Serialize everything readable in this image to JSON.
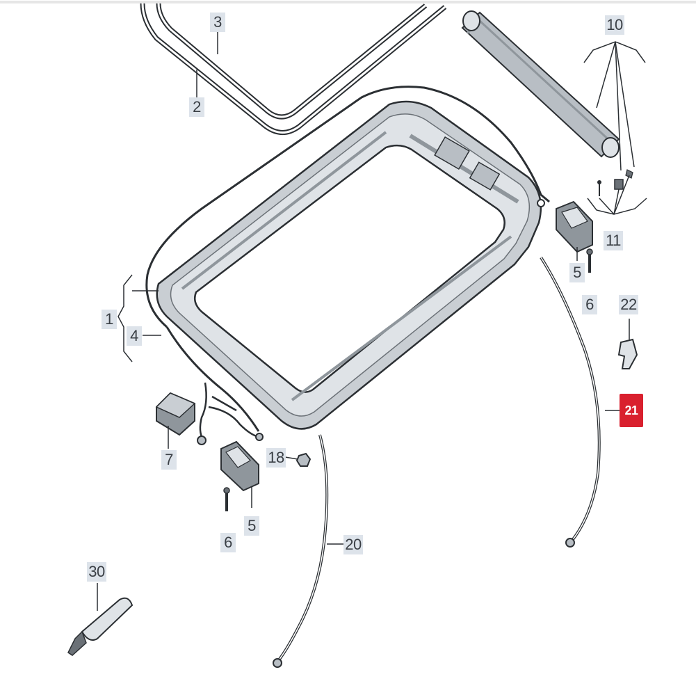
{
  "callouts": {
    "c1": "1",
    "c2": "2",
    "c3": "3",
    "c4": "4",
    "c5a": "5",
    "c5b": "5",
    "c6a": "6",
    "c6b": "6",
    "c7": "7",
    "c10": "10",
    "c11": "11",
    "c18": "18",
    "c20": "20",
    "c21": "21",
    "c22": "22",
    "c30": "30"
  },
  "colors": {
    "line": "#2b2f33",
    "frame": "#b8bec4",
    "frame_shade": "#8f969c",
    "label_bg": "#dde3ea",
    "highlight": "#d9202e"
  }
}
